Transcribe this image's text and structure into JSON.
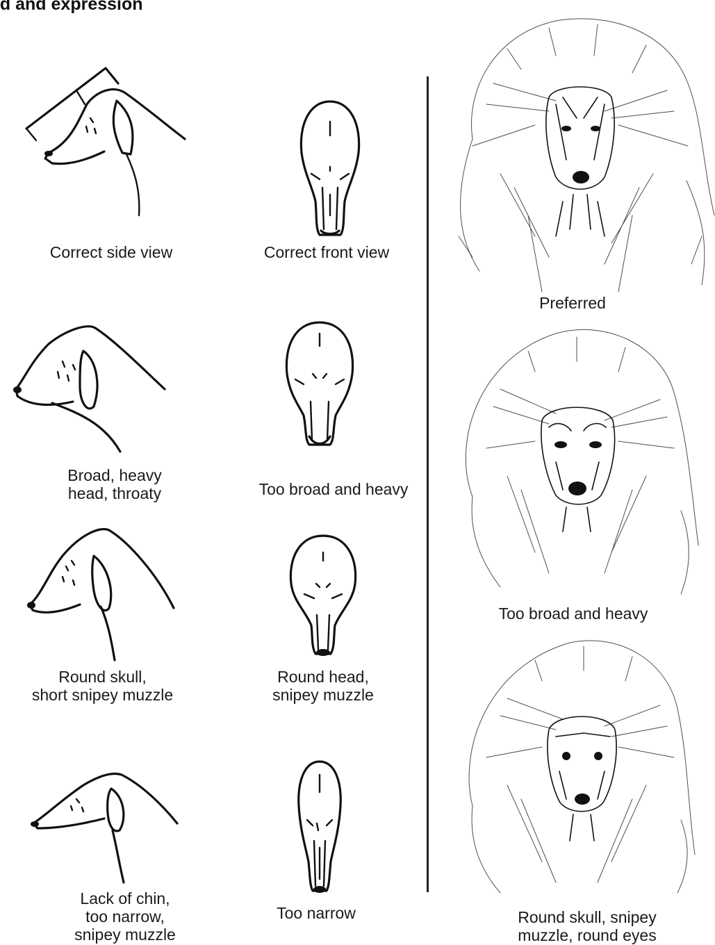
{
  "title": "ad and expression",
  "captions": {
    "side_correct": "Correct side view",
    "front_correct": "Correct front view",
    "side_broad": "Broad, heavy\nhead, throaty",
    "front_broad": "Too broad and heavy",
    "side_round": "Round skull,\nshort snipey muzzle",
    "front_round": "Round head,\nsnipey muzzle",
    "side_narrow": "Lack of chin,\ntoo narrow,\nsnipey muzzle",
    "front_narrow": "Too narrow",
    "poodle_preferred": "Preferred",
    "poodle_broad": "Too broad and heavy",
    "poodle_round": "Round skull, snipey\nmuzzle, round eyes"
  }
}
